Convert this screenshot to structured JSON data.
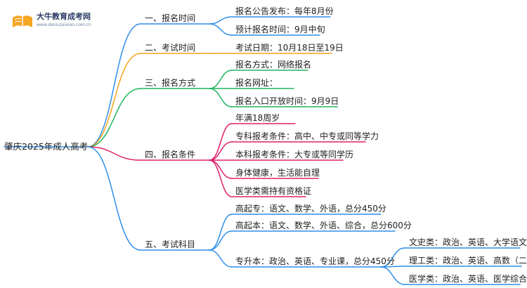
{
  "logo": {
    "title": "大牛教育成考网",
    "url": "www.daniuzaixian.com.cn"
  },
  "root": {
    "label": "肇庆2025年成人高考"
  },
  "branches": [
    {
      "label": "一、报名时间",
      "color": "#2f8ee8",
      "children": [
        {
          "label": "报名公告发布：每年8月份"
        },
        {
          "label": "预计报名时间：9月中旬"
        }
      ]
    },
    {
      "label": "二、考试时间",
      "color": "#f2a41c",
      "children": [
        {
          "label": "考试日期：10月18日至19日"
        }
      ]
    },
    {
      "label": "三、报名方式",
      "color": "#21b45e",
      "children": [
        {
          "label": "报名方式：网络报名"
        },
        {
          "label": "报名网址："
        },
        {
          "label": "报名入口开放时间：9月9日"
        }
      ]
    },
    {
      "label": "四、报名条件",
      "color": "#e0206a",
      "children": [
        {
          "label": "年满18周岁"
        },
        {
          "label": "专科报考条件：高中、中专或同等学力"
        },
        {
          "label": "本科报考条件：大专或等同学历"
        },
        {
          "label": "身体健康，生活能自理"
        },
        {
          "label": "医学类需持有资格证"
        }
      ]
    },
    {
      "label": "五、考试科目",
      "color": "#2f8ee8",
      "children": [
        {
          "label": "高起专：语文、数学、外语，总分450分"
        },
        {
          "label": "高起本：语文、数学、外语、综合，总分600分"
        },
        {
          "label": "专升本：政治、英语、专业课，总分450分",
          "children": [
            {
              "label": "文史类：政治、英语、大学语文"
            },
            {
              "label": "理工类：政治、英语、高数（二）"
            },
            {
              "label": "医学类：政治、英语、医学综合"
            }
          ]
        }
      ]
    }
  ]
}
